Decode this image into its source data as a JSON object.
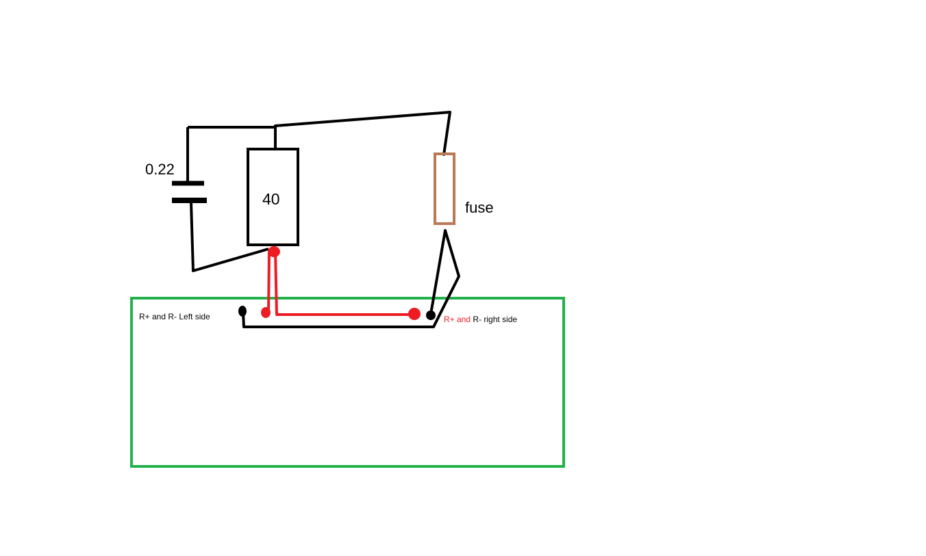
{
  "diagram": {
    "capacitor": {
      "value": "0.22"
    },
    "resistor": {
      "value": "40"
    },
    "fuse": {
      "label": "fuse"
    },
    "board": {
      "left_label": "R+ and R- Left side",
      "right_label": {
        "red_part": "R+ and",
        "black_part": " R- right side"
      }
    },
    "colors": {
      "wire": "#000000",
      "red_wire": "#ed1c24",
      "board_outline": "#22b14c",
      "fuse_outline": "#b97a57",
      "background": "#ffffff"
    }
  }
}
